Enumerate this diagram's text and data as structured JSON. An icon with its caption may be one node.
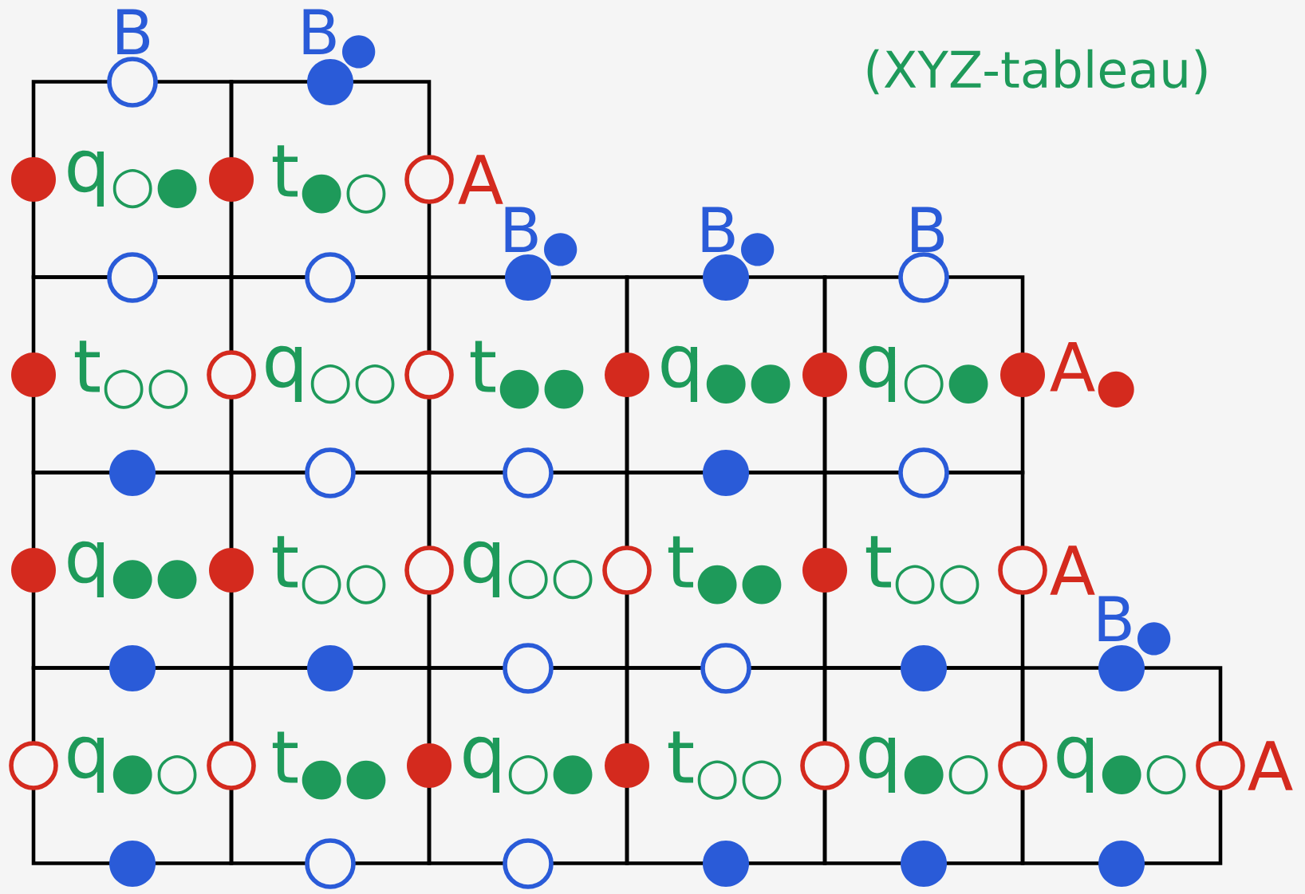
{
  "diagram": {
    "nodes": [
      {
        "text": [
          "q$_{○●}$"
        ]
      },
      {
        "text": [
          "t$_{●○}$"
        ]
      },
      {
        "text": [
          "t$_{○○}$"
        ]
      },
      {
        "text": [
          "q$_{○○}$"
        ]
      },
      {
        "text": [
          "t$_{●●}$"
        ]
      },
      {
        "text": [
          "q$_{●●}$"
        ]
      },
      {
        "text": [
          "q$_{○●}$"
        ]
      },
      {
        "text": [
          "q$_{●●}$"
        ]
      },
      {
        "text": [
          "t$_{○○}$"
        ]
      },
      {
        "text": [
          "q$_{○○}$"
        ]
      },
      {
        "text": [
          "t$_{●●}$"
        ]
      },
      {
        "text": [
          "t$_{○○}$"
        ]
      },
      {
        "text": [
          "q$_{●○}$"
        ]
      },
      {
        "text": [
          "t$_{●●}$"
        ]
      },
      {
        "text": [
          "q$_{○●}$"
        ]
      },
      {
        "text": [
          "t$_{○○}$"
        ]
      },
      {
        "text": [
          "q$_{●○}$"
        ]
      },
      {
        "text": [
          "q$_{●○}$"
        ]
      }
    ],
    "labels": [
      "B",
      "B$_{●}$",
      "(XYZ-tableau)",
      "A",
      "B$_{●}$",
      "B$_{●}$",
      "B",
      "A$_{●}$",
      "A",
      "B$_{●}$",
      "A"
    ]
  }
}
